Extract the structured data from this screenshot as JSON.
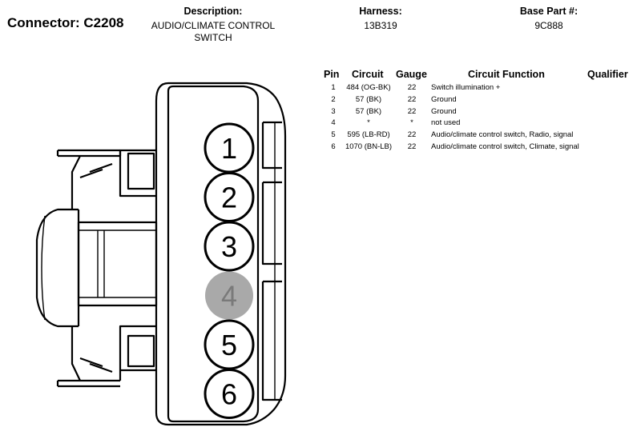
{
  "connector": {
    "label": "Connector:",
    "id": "C2208"
  },
  "description": {
    "label": "Description:",
    "line1": "AUDIO/CLIMATE CONTROL",
    "line2": "SWITCH"
  },
  "harness": {
    "label": "Harness:",
    "value": "13B319"
  },
  "base_part": {
    "label": "Base Part #:",
    "value": "9C888"
  },
  "table": {
    "headers": {
      "pin": "Pin",
      "circuit": "Circuit",
      "gauge": "Gauge",
      "function": "Circuit Function",
      "qualifier": "Qualifier"
    },
    "rows": [
      {
        "pin": "1",
        "circuit": "484 (OG-BK)",
        "gauge": "22",
        "function": "Switch illumination +",
        "qualifier": ""
      },
      {
        "pin": "2",
        "circuit": "57 (BK)",
        "gauge": "22",
        "function": "Ground",
        "qualifier": ""
      },
      {
        "pin": "3",
        "circuit": "57 (BK)",
        "gauge": "22",
        "function": "Ground",
        "qualifier": ""
      },
      {
        "pin": "4",
        "circuit": "*",
        "gauge": "*",
        "function": "not used",
        "qualifier": ""
      },
      {
        "pin": "5",
        "circuit": "595 (LB-RD)",
        "gauge": "22",
        "function": "Audio/climate control switch, Radio, signal",
        "qualifier": ""
      },
      {
        "pin": "6",
        "circuit": "1070 (BN-LB)",
        "gauge": "22",
        "function": "Audio/climate control switch, Climate, signal",
        "qualifier": ""
      }
    ]
  },
  "diagram": {
    "pins": [
      "1",
      "2",
      "3",
      "4",
      "5",
      "6"
    ],
    "unused_pin": "4",
    "colors": {
      "line": "#000000",
      "unused_fill": "#a9a9a9",
      "unused_text": "#7a7a7a"
    }
  }
}
